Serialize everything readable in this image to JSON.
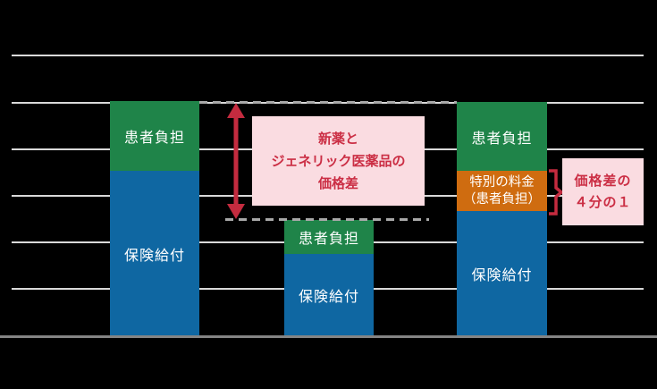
{
  "chart_data": {
    "type": "bar",
    "variant": "stacked-column",
    "title": "",
    "categories": [
      "",
      "",
      ""
    ],
    "units": "gridline intervals (y-axis has no tick labels)",
    "ylim": [
      0,
      6
    ],
    "gridline_levels": [
      1,
      2,
      3,
      4,
      5,
      6
    ],
    "segment_order": "top-to-bottom",
    "bars": [
      {
        "total": 5.0,
        "segments": [
          {
            "label": "患者負担",
            "value": 1.5,
            "color": "#1f8449"
          },
          {
            "label": "保険給付",
            "value": 3.5,
            "color": "#0f67a2"
          }
        ]
      },
      {
        "total": 2.5,
        "segments": [
          {
            "label": "患者負担",
            "value": 0.7,
            "color": "#1f8449"
          },
          {
            "label": "保険給付",
            "value": 1.8,
            "color": "#0f67a2"
          }
        ]
      },
      {
        "total": 5.0,
        "segments": [
          {
            "label": "患者負担",
            "value": 1.5,
            "color": "#1f8449"
          },
          {
            "label": "特別の料金（患者負担）",
            "label_line1": "特別の料金",
            "label_line2": "（患者負担）",
            "value": 0.85,
            "color": "#cf6c10"
          },
          {
            "label": "保険給付",
            "value": 2.7,
            "color": "#0f67a2"
          }
        ]
      }
    ],
    "guide_lines": [
      {
        "level": 5.0,
        "style": "dashed"
      },
      {
        "level": 2.5,
        "style": "dashed"
      }
    ],
    "annotations": {
      "price_gap": {
        "line1": "新薬と",
        "line2": "ジェネリック医薬品の",
        "line3": "価格差"
      },
      "quarter": {
        "line1": "価格差の",
        "line2": "４分の１"
      },
      "arrow": "red double-headed vertical arrow between the two dashed guide lines",
      "brace": "red brace linking the orange segment to the quarter note"
    }
  },
  "colors": {
    "background": "#000000",
    "bar_green": "#1f8449",
    "bar_blue": "#0f67a2",
    "bar_orange": "#cf6c10",
    "bar_label_text": "#ffffff",
    "accent_red": "#c42b3f",
    "annotation_bg": "#fadce1",
    "annotation_text": "#cb2e44",
    "gridline": "#d9d9d9",
    "axis": "#848484",
    "dashed_guide": "#a8a8a8"
  }
}
